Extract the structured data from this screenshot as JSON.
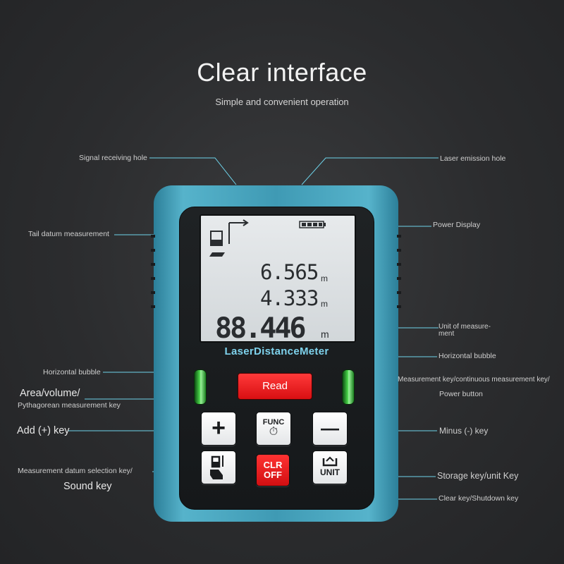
{
  "header": {
    "title": "Clear interface",
    "subtitle": "Simple and convenient operation"
  },
  "device": {
    "brand": "LaserDistanceMeter",
    "display": {
      "reading_1": "6.565",
      "reading_2": "4.333",
      "reading_main": "88.446",
      "unit": "m"
    },
    "buttons": {
      "read": "Read",
      "func": "FUNC",
      "plus": "+",
      "minus": "—",
      "clr": "CLR",
      "off": "OFF",
      "unit": "UNIT"
    },
    "accent_color": "#56b3cb",
    "button_red": "#e01418"
  },
  "labels": {
    "signal_receiving_hole": "Signal receiving hole",
    "laser_emission_hole": "Laser emission hole",
    "tail_datum_measurement": "Tail datum measurement",
    "power_display": "Power Display",
    "unit_of_measurement_1": "Unit of measure-",
    "unit_of_measurement_2": "ment",
    "horizontal_bubble_right": "Horizontal bubble",
    "horizontal_bubble_left": "Horizontal bubble",
    "measurement_key": "Measurement key/continuous measurement key/",
    "power_button": "Power button",
    "area_volume": "Area/volume/",
    "pythagorean": "Pythagorean measurement key",
    "add_key": "Add (+) key",
    "minus_key": "Minus (-) key",
    "datum_selection": "Measurement datum selection key/",
    "sound_key": "Sound key",
    "storage_unit_key": "Storage key/unit Key",
    "clear_shutdown_key": "Clear key/Shutdown key"
  }
}
